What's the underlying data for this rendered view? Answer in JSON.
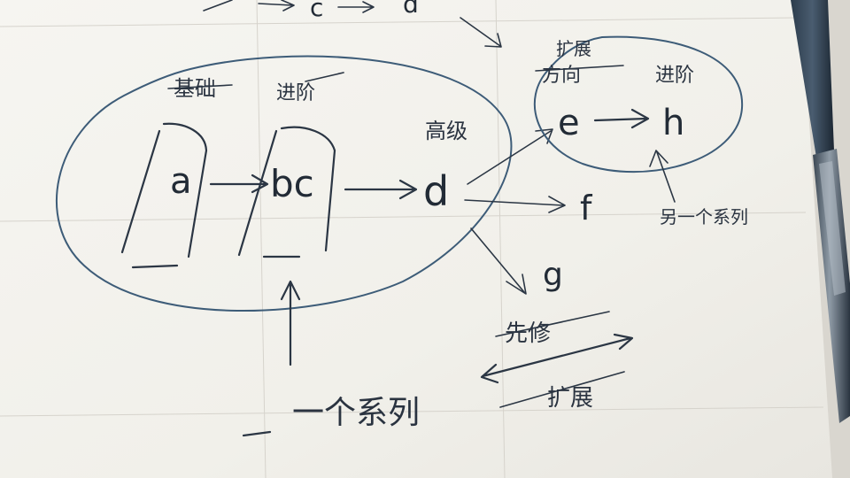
{
  "letters": {
    "a": "a",
    "bc": "bc",
    "d": "d",
    "f": "f",
    "g": "g",
    "e": "e",
    "h": "h",
    "top_partial": "c",
    "top_partial_right": "d"
  },
  "labels": {
    "basic": "基础",
    "intermediate": "进阶",
    "advanced": "高级",
    "one_series": "一个系列",
    "extend_top": "扩展",
    "direction": "方向",
    "advance_right": "进阶",
    "another_series": "另一个系列",
    "prerequisite": "先修",
    "extend_bottom": "扩展"
  },
  "colors": {
    "paper": "#f4f3ef",
    "ink": "#2b3644",
    "oval_ink": "#3d5c78",
    "pen_body": "#1f2a36"
  }
}
